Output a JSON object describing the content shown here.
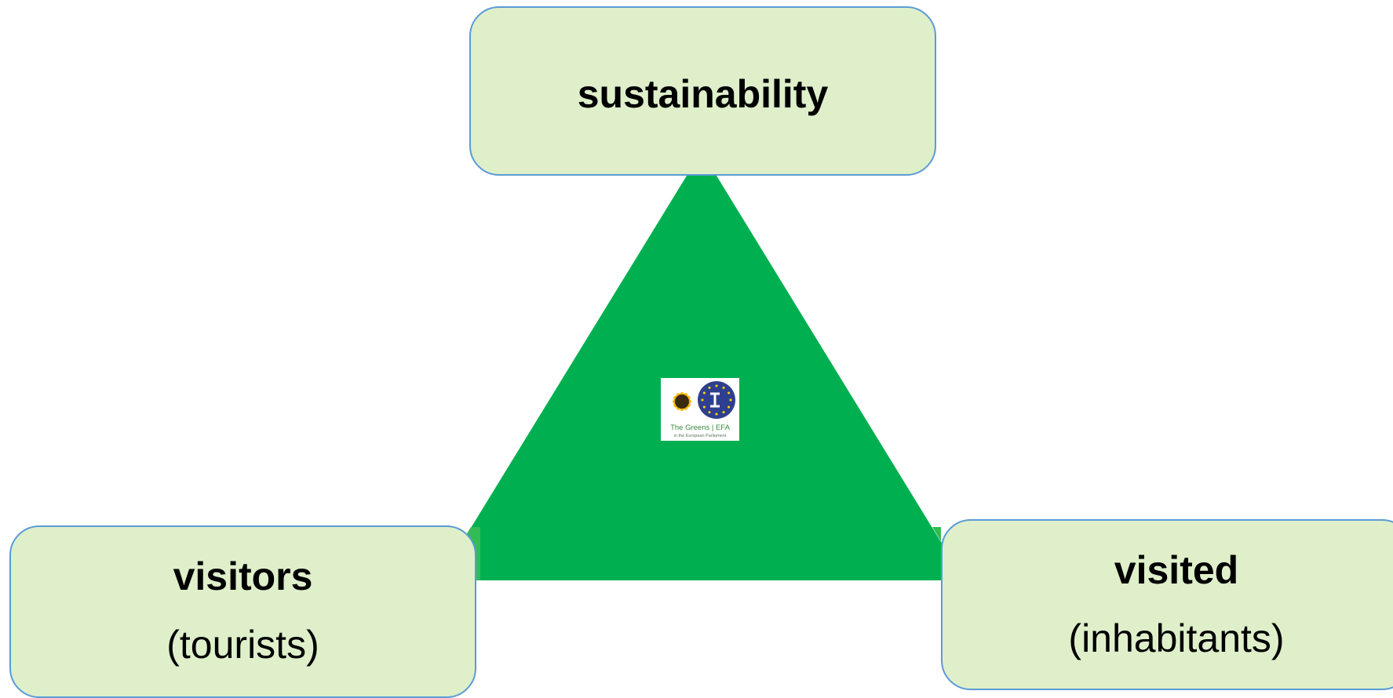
{
  "nodes": {
    "top": {
      "title": "sustainability"
    },
    "left": {
      "title": "visitors",
      "subtitle": "(tourists)"
    },
    "right": {
      "title": "visited",
      "subtitle": "(inhabitants)"
    }
  },
  "logo": {
    "text": "The Greens | EFA",
    "tagline": "in the European Parliament"
  },
  "colors": {
    "triangle": "#00b050",
    "box_fill": "#deefca",
    "box_border": "#5b9bd5"
  }
}
